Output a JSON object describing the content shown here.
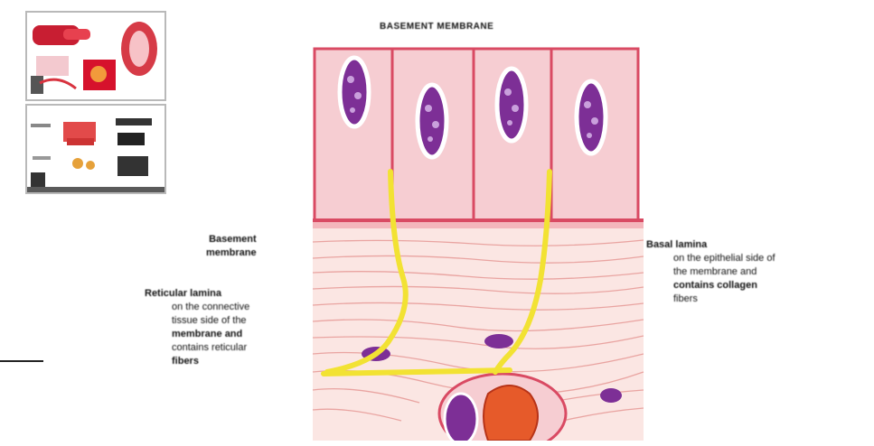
{
  "labels": {
    "top": "BASEMENT MEMBRANE",
    "left_upper": [
      "Basement",
      "membrane"
    ],
    "left_lower": [
      "Reticular lamina",
      "on the connective",
      "tissue side of the",
      "membrane and",
      "contains reticular",
      "fibers"
    ],
    "right": [
      "Basal lamina",
      "on the epithelial side of",
      "the membrane and",
      "contains collagen",
      "fibers"
    ]
  },
  "colors": {
    "cell_fill": "#f6cdd2",
    "cell_border": "#d94a63",
    "nucleus_fill": "#7d2f96",
    "nucleus_halo": "#ffffff",
    "fiber": "#f2e233",
    "connective_fill": "#fbe6e3",
    "connective_line": "#e9a4a1",
    "vessel_core": "#e65a2a"
  }
}
